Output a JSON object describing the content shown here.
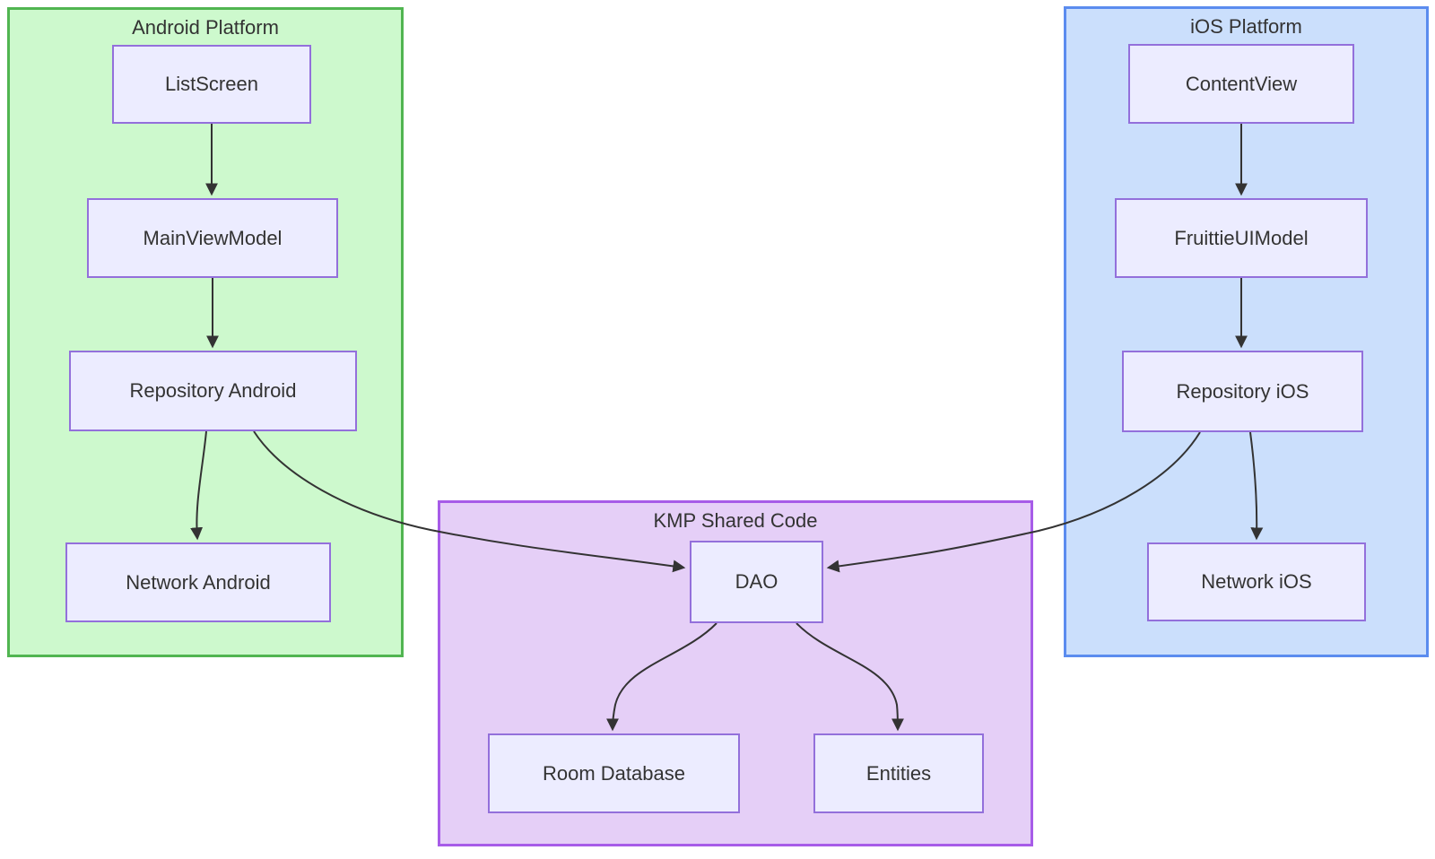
{
  "diagram": {
    "type": "flowchart",
    "background": "#ffffff",
    "edge_color": "#333333",
    "node_style": {
      "fill": "#ececff",
      "border": "#9370db",
      "text_color": "#333333"
    },
    "groups": [
      {
        "title": "Android Platform",
        "fill": "#cdf9cd",
        "border": "#51b551"
      },
      {
        "title": "KMP Shared Code",
        "fill": "#e5cff7",
        "border": "#a75ce8"
      },
      {
        "title": "iOS Platform",
        "fill": "#cbdffc",
        "border": "#5b8cef"
      }
    ],
    "nodes": [
      {
        "label": "ListScreen",
        "group": "Android Platform"
      },
      {
        "label": "MainViewModel",
        "group": "Android Platform"
      },
      {
        "label": "Repository Android",
        "group": "Android Platform"
      },
      {
        "label": "Network Android",
        "group": "Android Platform"
      },
      {
        "label": "ContentView",
        "group": "iOS Platform"
      },
      {
        "label": "FruittieUIModel",
        "group": "iOS Platform"
      },
      {
        "label": "Repository iOS",
        "group": "iOS Platform"
      },
      {
        "label": "Network iOS",
        "group": "iOS Platform"
      },
      {
        "label": "DAO",
        "group": "KMP Shared Code"
      },
      {
        "label": "Room Database",
        "group": "KMP Shared Code"
      },
      {
        "label": "Entities",
        "group": "KMP Shared Code"
      }
    ],
    "edges": [
      {
        "from": "ListScreen",
        "to": "MainViewModel"
      },
      {
        "from": "MainViewModel",
        "to": "Repository Android"
      },
      {
        "from": "Repository Android",
        "to": "Network Android"
      },
      {
        "from": "Repository Android",
        "to": "DAO"
      },
      {
        "from": "ContentView",
        "to": "FruittieUIModel"
      },
      {
        "from": "FruittieUIModel",
        "to": "Repository iOS"
      },
      {
        "from": "Repository iOS",
        "to": "Network iOS"
      },
      {
        "from": "Repository iOS",
        "to": "DAO"
      },
      {
        "from": "DAO",
        "to": "Room Database"
      },
      {
        "from": "DAO",
        "to": "Entities"
      }
    ]
  }
}
